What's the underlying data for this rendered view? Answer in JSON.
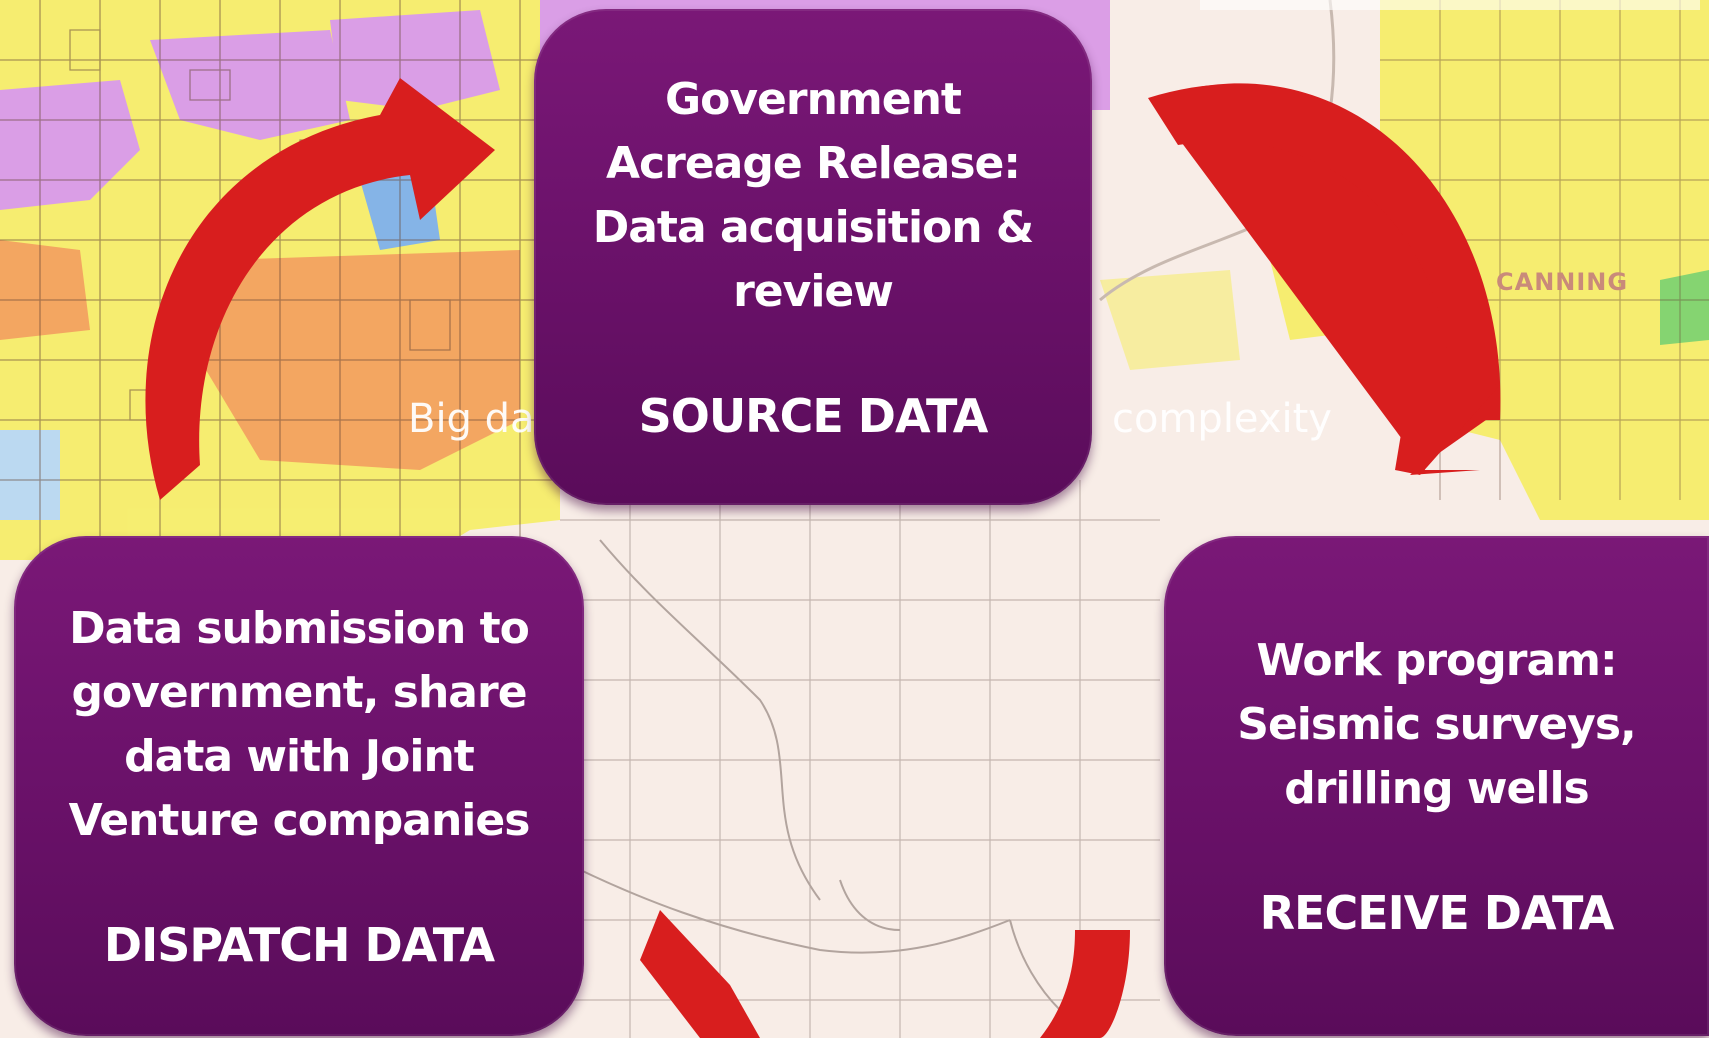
{
  "diagram": {
    "background_labels": {
      "basin": "CANNING",
      "left_caption_fragment": "Big da",
      "right_caption_fragment": "complexity"
    },
    "stages": [
      {
        "id": "top",
        "description_lines": [
          "Government",
          "Acreage Release:",
          "Data acquisition &",
          "review"
        ],
        "tag": "SOURCE DATA"
      },
      {
        "id": "right",
        "description_lines": [
          "Work program:",
          "Seismic surveys,",
          "drilling wells"
        ],
        "tag": "RECEIVE DATA"
      },
      {
        "id": "left",
        "description_lines": [
          "Data submission to",
          "government, share",
          "data with Joint",
          "Venture companies"
        ],
        "tag": "DISPATCH DATA"
      }
    ],
    "colors": {
      "box": "#6c126b",
      "arrow": "#d81e1e",
      "map_yellow": "#f6ee6a",
      "map_magenta": "#d99ae6",
      "map_orange": "#f3a35a",
      "text": "#ffffff"
    }
  }
}
